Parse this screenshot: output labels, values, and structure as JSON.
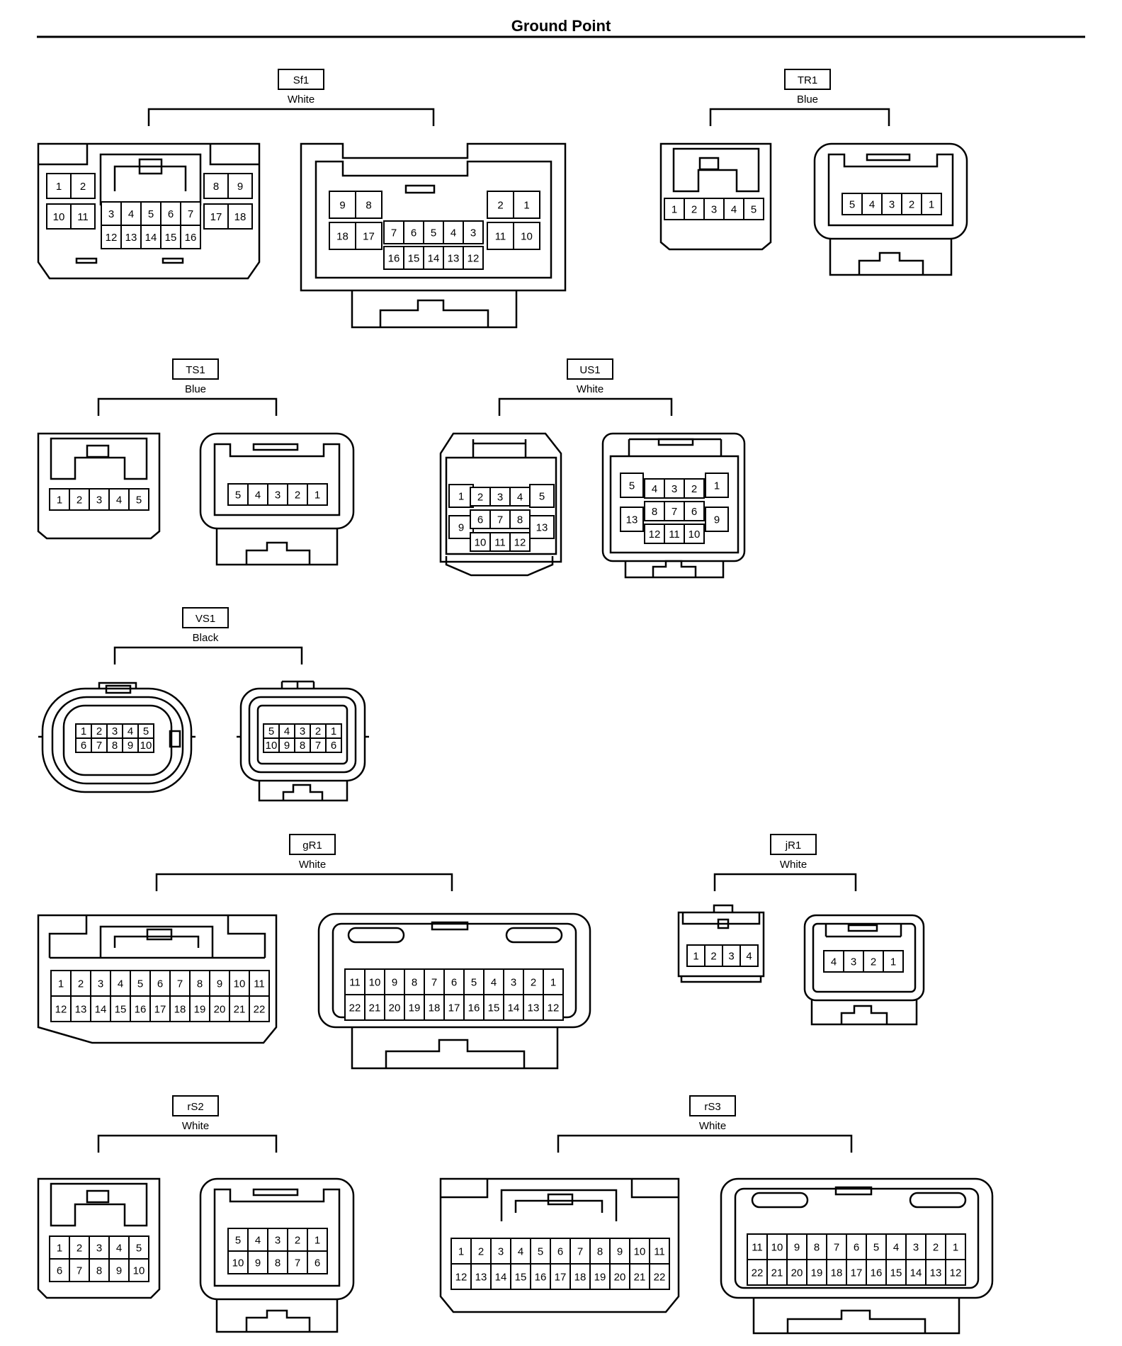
{
  "page": {
    "title": "Ground Point"
  },
  "groups": [
    {
      "id": "Sf1",
      "color": "White"
    },
    {
      "id": "TR1",
      "color": "Blue"
    },
    {
      "id": "TS1",
      "color": "Blue"
    },
    {
      "id": "US1",
      "color": "White"
    },
    {
      "id": "VS1",
      "color": "Black"
    },
    {
      "id": "gR1",
      "color": "White"
    },
    {
      "id": "jR1",
      "color": "White"
    },
    {
      "id": "rS2",
      "color": "White"
    },
    {
      "id": "rS3",
      "color": "White"
    }
  ],
  "connectors": [
    {
      "group": "Sf1",
      "side": "male",
      "pins": [
        "1",
        "2",
        "10",
        "11",
        "3",
        "4",
        "5",
        "6",
        "7",
        "12",
        "13",
        "14",
        "15",
        "16",
        "8",
        "9",
        "17",
        "18"
      ]
    },
    {
      "group": "Sf1",
      "side": "female",
      "pins": [
        "9",
        "8",
        "18",
        "17",
        "7",
        "6",
        "5",
        "4",
        "3",
        "16",
        "15",
        "14",
        "13",
        "12",
        "2",
        "1",
        "11",
        "10"
      ]
    },
    {
      "group": "TR1",
      "side": "male",
      "pins": [
        "1",
        "2",
        "3",
        "4",
        "5"
      ]
    },
    {
      "group": "TR1",
      "side": "female",
      "pins": [
        "5",
        "4",
        "3",
        "2",
        "1"
      ]
    },
    {
      "group": "TS1",
      "side": "male",
      "pins": [
        "1",
        "2",
        "3",
        "4",
        "5"
      ]
    },
    {
      "group": "TS1",
      "side": "female",
      "pins": [
        "5",
        "4",
        "3",
        "2",
        "1"
      ]
    },
    {
      "group": "US1",
      "side": "male",
      "pins": [
        "1",
        "9",
        "2",
        "3",
        "4",
        "6",
        "7",
        "8",
        "10",
        "11",
        "12",
        "5",
        "13"
      ]
    },
    {
      "group": "US1",
      "side": "female",
      "pins": [
        "5",
        "13",
        "4",
        "3",
        "2",
        "8",
        "7",
        "6",
        "12",
        "11",
        "10",
        "1",
        "9"
      ]
    },
    {
      "group": "VS1",
      "side": "male",
      "pins": [
        "1",
        "2",
        "3",
        "4",
        "5",
        "6",
        "7",
        "8",
        "9",
        "10"
      ]
    },
    {
      "group": "VS1",
      "side": "female",
      "pins": [
        "5",
        "4",
        "3",
        "2",
        "1",
        "10",
        "9",
        "8",
        "7",
        "6"
      ]
    },
    {
      "group": "gR1",
      "side": "male",
      "pins": [
        "1",
        "2",
        "3",
        "4",
        "5",
        "6",
        "7",
        "8",
        "9",
        "10",
        "11",
        "12",
        "13",
        "14",
        "15",
        "16",
        "17",
        "18",
        "19",
        "20",
        "21",
        "22"
      ]
    },
    {
      "group": "gR1",
      "side": "female",
      "pins": [
        "11",
        "10",
        "9",
        "8",
        "7",
        "6",
        "5",
        "4",
        "3",
        "2",
        "1",
        "22",
        "21",
        "20",
        "19",
        "18",
        "17",
        "16",
        "15",
        "14",
        "13",
        "12"
      ]
    },
    {
      "group": "jR1",
      "side": "male",
      "pins": [
        "1",
        "2",
        "3",
        "4"
      ]
    },
    {
      "group": "jR1",
      "side": "female",
      "pins": [
        "4",
        "3",
        "2",
        "1"
      ]
    },
    {
      "group": "rS2",
      "side": "male",
      "pins": [
        "1",
        "2",
        "3",
        "4",
        "5",
        "6",
        "7",
        "8",
        "9",
        "10"
      ]
    },
    {
      "group": "rS2",
      "side": "female",
      "pins": [
        "5",
        "4",
        "3",
        "2",
        "1",
        "10",
        "9",
        "8",
        "7",
        "6"
      ]
    },
    {
      "group": "rS3",
      "side": "male",
      "pins": [
        "1",
        "2",
        "3",
        "4",
        "5",
        "6",
        "7",
        "8",
        "9",
        "10",
        "11",
        "12",
        "13",
        "14",
        "15",
        "16",
        "17",
        "18",
        "19",
        "20",
        "21",
        "22"
      ]
    },
    {
      "group": "rS3",
      "side": "female",
      "pins": [
        "11",
        "10",
        "9",
        "8",
        "7",
        "6",
        "5",
        "4",
        "3",
        "2",
        "1",
        "22",
        "21",
        "20",
        "19",
        "18",
        "17",
        "16",
        "15",
        "14",
        "13",
        "12"
      ]
    }
  ]
}
